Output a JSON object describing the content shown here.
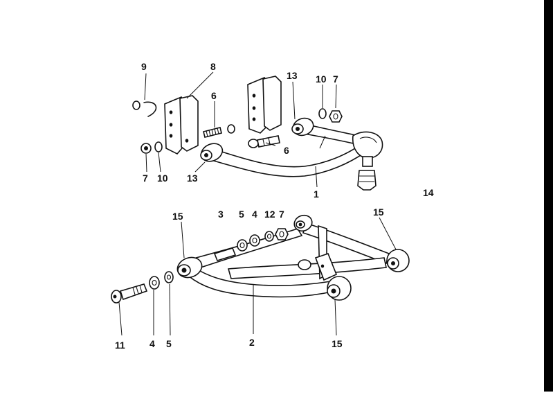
{
  "diagram": {
    "callouts": {
      "c9": "9",
      "c8": "8",
      "c13_top": "13",
      "c10_top": "10",
      "c7_top": "7",
      "c6_top": "6",
      "c6_mid": "6",
      "c7_left": "7",
      "c10_left": "10",
      "c13_left": "13",
      "c1": "1",
      "c14": "14",
      "c15_left": "15",
      "c3": "3",
      "c5_top": "5",
      "c4_top": "4",
      "c12": "12",
      "c7_mid": "7",
      "c15_right": "15",
      "c11": "11",
      "c4_bottom": "4",
      "c5_bottom": "5",
      "c2": "2",
      "c15_bottom": "15"
    }
  }
}
